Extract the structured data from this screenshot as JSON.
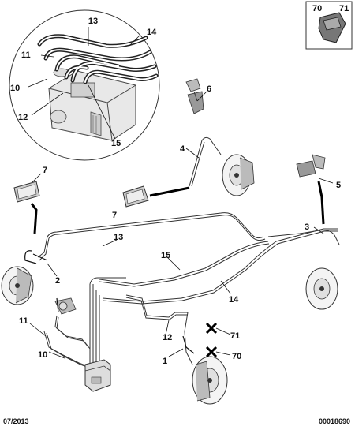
{
  "diagram": {
    "callouts": {
      "inset": [
        "13",
        "14",
        "11",
        "10",
        "12",
        "15"
      ],
      "main": [
        "6",
        "4",
        "7",
        "7",
        "5",
        "3",
        "13",
        "2",
        "15",
        "14",
        "11",
        "10",
        "12",
        "1",
        "71",
        "70"
      ],
      "corner_inset": [
        "70",
        "71"
      ]
    }
  },
  "footer": {
    "date": "07/2013",
    "ref": "00018690"
  }
}
